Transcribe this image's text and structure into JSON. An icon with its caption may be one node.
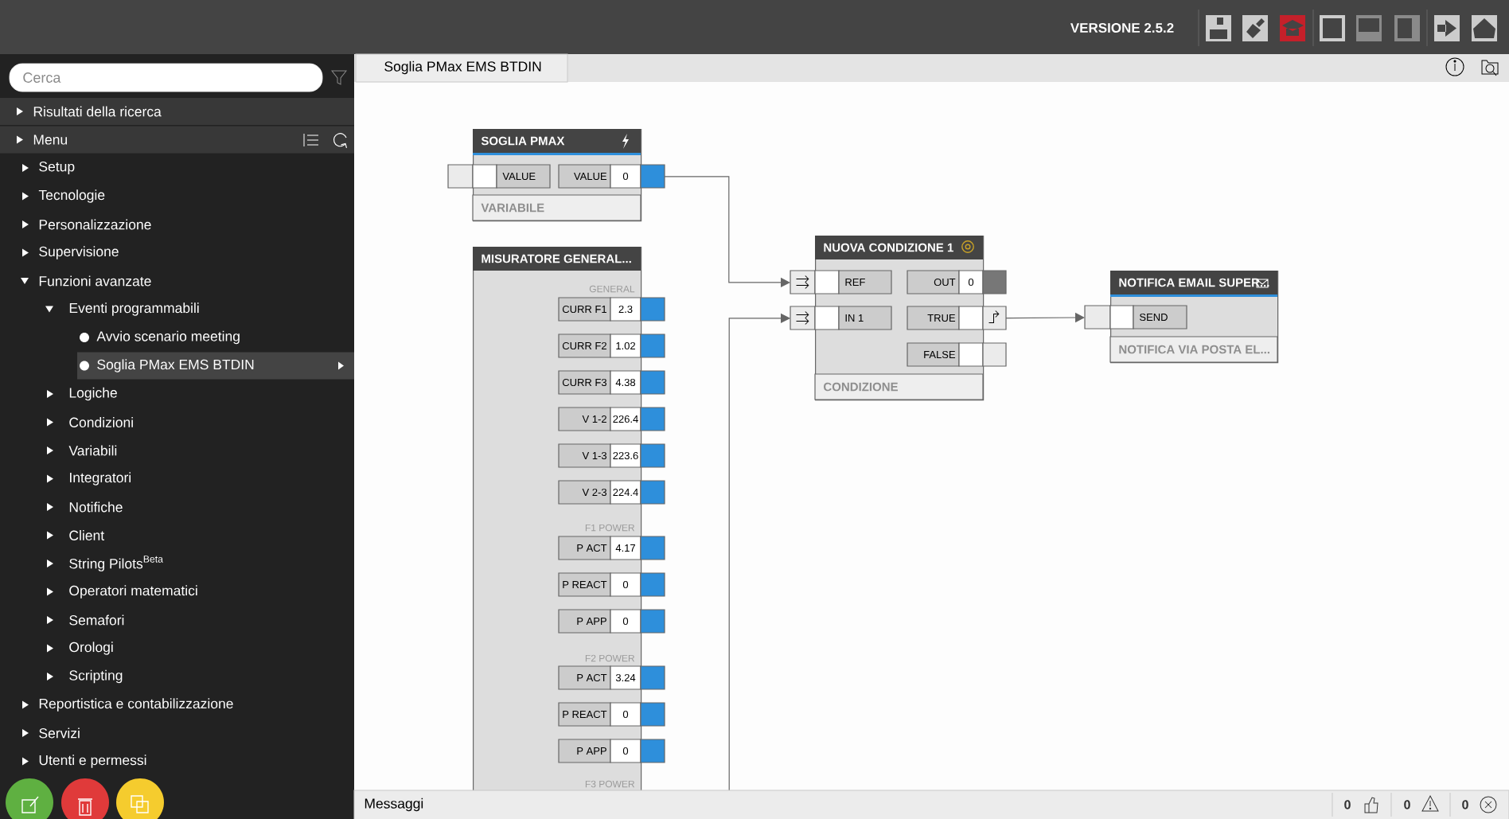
{
  "diagram": {
    "nodes": [
      {
        "text": [
          "SOGLIA PMAX",
          "VARIABILE"
        ]
      },
      {
        "text": [
          "VALUE"
        ],
        "in": 0
      },
      {
        "text": [
          "VALUE",
          "0"
        ],
        "in": 0
      },
      {
        "text": [
          "MISURATORE GENERAL...",
          "GENERAL",
          "F1 POWER",
          "F2 POWER",
          "F3 POWER"
        ]
      },
      {
        "text": [
          "CURR F1",
          "2.3"
        ],
        "in": 3
      },
      {
        "text": [
          "CURR F2",
          "1.02"
        ],
        "in": 3
      },
      {
        "text": [
          "CURR F3",
          "4.38"
        ],
        "in": 3
      },
      {
        "text": [
          "V 1-2",
          "226.4"
        ],
        "in": 3
      },
      {
        "text": [
          "V 1-3",
          "223.6"
        ],
        "in": 3
      },
      {
        "text": [
          "V 2-3",
          "224.4"
        ],
        "in": 3
      },
      {
        "text": [
          "P ACT",
          "4.17"
        ],
        "in": 3
      },
      {
        "text": [
          "P REACT",
          "0"
        ],
        "in": 3
      },
      {
        "text": [
          "P APP",
          "0"
        ],
        "in": 3
      },
      {
        "text": [
          "P ACT",
          "3.24"
        ],
        "in": 3
      },
      {
        "text": [
          "P REACT",
          "0"
        ],
        "in": 3
      },
      {
        "text": [
          "P APP",
          "0"
        ],
        "in": 3
      },
      {
        "text": [
          "NUOVA CONDIZIONE 1",
          "CONDIZIONE"
        ]
      },
      {
        "text": [
          "REF"
        ],
        "in": 16
      },
      {
        "text": [
          "IN 1"
        ],
        "in": 16
      },
      {
        "text": [
          "OUT",
          "0"
        ],
        "in": 16
      },
      {
        "text": [
          "TRUE"
        ],
        "in": 16
      },
      {
        "text": [
          "FALSE"
        ],
        "in": 16
      },
      {
        "text": [
          "NOTIFICA EMAIL SUPER...",
          "NOTIFICA VIA POSTA EL..."
        ]
      },
      {
        "text": [
          "SEND"
        ],
        "in": 22
      }
    ],
    "edges": [
      {
        "from": 2,
        "to": 17,
        "arrow": "to"
      },
      {
        "from": 3,
        "to": 18,
        "arrow": "to"
      },
      {
        "from": 20,
        "to": 23,
        "arrow": "to"
      }
    ],
    "labels": [
      "VERSIONE 2.5.2",
      "Cerca",
      "Risultati della ricerca",
      "Menu",
      "Setup",
      "Tecnologie",
      "Personalizzazione",
      "Supervisione",
      "Funzioni avanzate",
      "Eventi programmabili",
      "Avvio scenario meeting",
      "Soglia PMax EMS BTDIN",
      "Logiche",
      "Condizioni",
      "Variabili",
      "Integratori",
      "Notifiche",
      "Client",
      "String Pilots$^{Beta}$",
      "Operatori matematici",
      "Semafori",
      "Orologi",
      "Scripting",
      "Reportistica e contabilizzazione",
      "Servizi",
      "Utenti e permessi",
      "Soglia PMax EMS BTDIN",
      "Messaggi",
      "0",
      "0",
      "0"
    ]
  }
}
